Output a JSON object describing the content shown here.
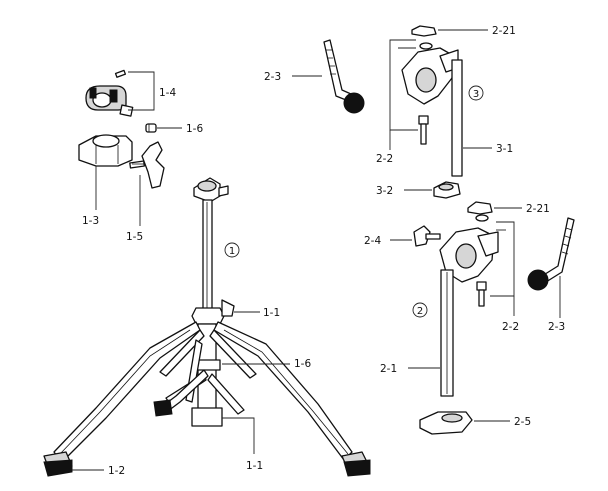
{
  "diagram": {
    "group_markers": [
      "1",
      "2",
      "3"
    ],
    "labels": {
      "l_1_4": "1-4",
      "l_1_6_top": "1-6",
      "l_1_3": "1-3",
      "l_1_5": "1-5",
      "l_1_1_mid": "1-1",
      "l_1_6_mid": "1-6",
      "l_1_2": "1-2",
      "l_1_1_bot": "1-1",
      "l_2_3_top": "2-3",
      "l_2_21_top": "2-21",
      "l_2_2_top": "2-2",
      "l_3_1": "3-1",
      "l_3_2": "3-2",
      "l_2_21_mid": "2-21",
      "l_2_4": "2-4",
      "l_2_2_mid": "2-2",
      "l_2_3_mid": "2-3",
      "l_2_1": "2-1",
      "l_2_5": "2-5"
    }
  }
}
